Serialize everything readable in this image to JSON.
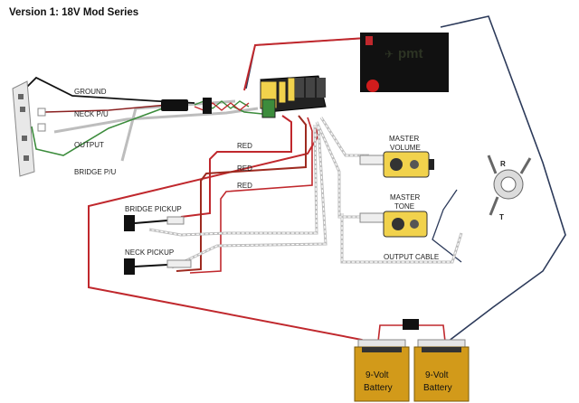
{
  "title": "Version 1: 18V Mod Series",
  "logo": "pmt",
  "output_jack_labels": [
    "GROUND",
    "NECK P/U",
    "OUTPUT",
    "BRIDGE P/U"
  ],
  "wire_labels": [
    "RED",
    "RED",
    "RED"
  ],
  "pickups": [
    "BRIDGE PICKUP",
    "NECK PICKUP"
  ],
  "pots": {
    "volume": [
      "MASTER",
      "VOLUME"
    ],
    "tone": [
      "MASTER",
      "TONE"
    ]
  },
  "output_cable_label": "OUTPUT CABLE",
  "stereo_jack_labels": [
    "R",
    "T"
  ],
  "batteries": [
    {
      "line1": "9-Volt",
      "line2": "Battery"
    },
    {
      "line1": "9-Volt",
      "line2": "Battery"
    }
  ],
  "colors": {
    "red_wire": "#c0282d",
    "navy_wire": "#2c3a5a",
    "black_wire": "#111111",
    "green_wire": "#3c8c3c",
    "preamp_box": "#111111",
    "battery_gold": "#d29a1a"
  }
}
